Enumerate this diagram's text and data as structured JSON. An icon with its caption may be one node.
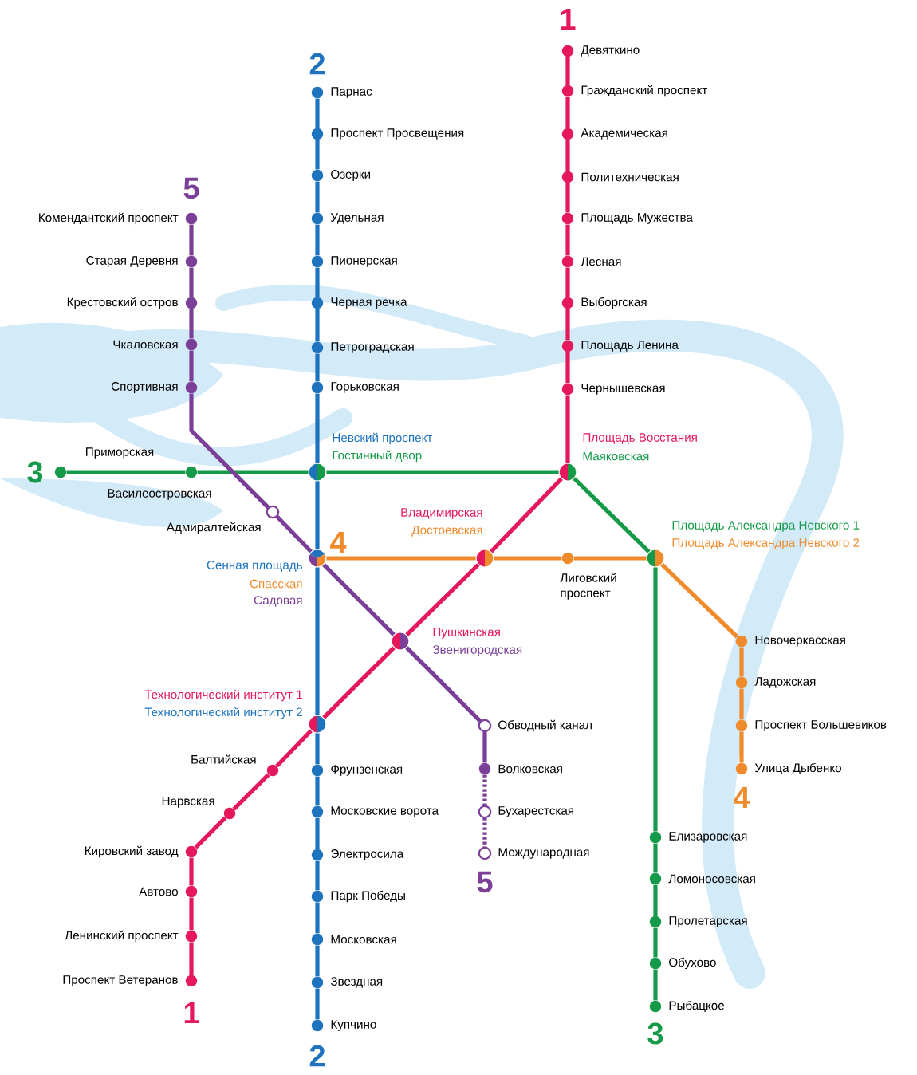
{
  "diagram": {
    "nodes": [
      {
        "text": [
          "Девяткино"
        ]
      },
      {
        "text": [
          "Гражданский проспект"
        ]
      },
      {
        "text": [
          "Академическая"
        ]
      },
      {
        "text": [
          "Политехническая"
        ]
      },
      {
        "text": [
          "Площадь Мужества"
        ]
      },
      {
        "text": [
          "Лесная"
        ]
      },
      {
        "text": [
          "Выборгская"
        ]
      },
      {
        "text": [
          "Площадь Ленина"
        ]
      },
      {
        "text": [
          "Чернышевская"
        ]
      },
      {
        "text": [
          "Площадь Восстания",
          "Маяковская"
        ]
      },
      {
        "text": [
          "Владимирская",
          "Достоевская"
        ]
      },
      {
        "text": [
          "Пушкинская",
          "Звенигородская"
        ]
      },
      {
        "text": [
          "Технологический институт 1",
          "Технологический институт 2"
        ]
      },
      {
        "text": [
          "Балтийская"
        ]
      },
      {
        "text": [
          "Нарвская"
        ]
      },
      {
        "text": [
          "Кировский завод"
        ]
      },
      {
        "text": [
          "Автово"
        ]
      },
      {
        "text": [
          "Ленинский проспект"
        ]
      },
      {
        "text": [
          "Проспект Ветеранов"
        ]
      },
      {
        "text": [
          "Парнас"
        ]
      },
      {
        "text": [
          "Проспект Просвещения"
        ]
      },
      {
        "text": [
          "Озерки"
        ]
      },
      {
        "text": [
          "Удельная"
        ]
      },
      {
        "text": [
          "Пионерская"
        ]
      },
      {
        "text": [
          "Черная речка"
        ]
      },
      {
        "text": [
          "Петроградская"
        ]
      },
      {
        "text": [
          "Горьковская"
        ]
      },
      {
        "text": [
          "Невский проспект",
          "Гостинный двор"
        ]
      },
      {
        "text": [
          "Сенная площадь",
          "Спасская",
          "Садовая"
        ]
      },
      {
        "text": [
          "Фрунзенская"
        ]
      },
      {
        "text": [
          "Московские ворота"
        ]
      },
      {
        "text": [
          "Электросила"
        ]
      },
      {
        "text": [
          "Парк Победы"
        ]
      },
      {
        "text": [
          "Московская"
        ]
      },
      {
        "text": [
          "Звездная"
        ]
      },
      {
        "text": [
          "Купчино"
        ]
      },
      {
        "text": [
          "Приморская"
        ]
      },
      {
        "text": [
          "Василеостровская"
        ]
      },
      {
        "text": [
          "Площадь Александра Невского 1",
          "Площадь Александра Невского 2"
        ]
      },
      {
        "text": [
          "Елизаровская"
        ]
      },
      {
        "text": [
          "Ломоносовская"
        ]
      },
      {
        "text": [
          "Пролетарская"
        ]
      },
      {
        "text": [
          "Обухово"
        ]
      },
      {
        "text": [
          "Рыбацкое"
        ]
      },
      {
        "text": [
          "Лиговский проспект"
        ]
      },
      {
        "text": [
          "Новочеркасская"
        ]
      },
      {
        "text": [
          "Ладожская"
        ]
      },
      {
        "text": [
          "Проспект Большевиков"
        ]
      },
      {
        "text": [
          "Улица Дыбенко"
        ]
      },
      {
        "text": [
          "Комендантский проспект"
        ]
      },
      {
        "text": [
          "Старая Деревня"
        ]
      },
      {
        "text": [
          "Крестовский остров"
        ]
      },
      {
        "text": [
          "Чкаловская"
        ]
      },
      {
        "text": [
          "Спортивная"
        ]
      },
      {
        "text": [
          "Адмиралтейская"
        ]
      },
      {
        "text": [
          "Обводный канал"
        ]
      },
      {
        "text": [
          "Волковская"
        ]
      },
      {
        "text": [
          "Бухарестская"
        ]
      },
      {
        "text": [
          "Международная"
        ]
      }
    ],
    "edges": [
      {
        "from": 0,
        "to": 1,
        "arrow": "none",
        "color": "#e4185a"
      },
      {
        "from": 1,
        "to": 2,
        "arrow": "none",
        "color": "#e4185a"
      },
      {
        "from": 2,
        "to": 3,
        "arrow": "none",
        "color": "#e4185a"
      },
      {
        "from": 3,
        "to": 4,
        "arrow": "none",
        "color": "#e4185a"
      },
      {
        "from": 4,
        "to": 5,
        "arrow": "none",
        "color": "#e4185a"
      },
      {
        "from": 5,
        "to": 6,
        "arrow": "none",
        "color": "#e4185a"
      },
      {
        "from": 6,
        "to": 7,
        "arrow": "none",
        "color": "#e4185a"
      },
      {
        "from": 7,
        "to": 8,
        "arrow": "none",
        "color": "#e4185a"
      },
      {
        "from": 8,
        "to": 9,
        "arrow": "none",
        "color": "#e4185a"
      },
      {
        "from": 9,
        "to": 10,
        "arrow": "none",
        "color": "#e4185a"
      },
      {
        "from": 10,
        "to": 11,
        "arrow": "none",
        "color": "#e4185a"
      },
      {
        "from": 11,
        "to": 12,
        "arrow": "none",
        "color": "#e4185a"
      },
      {
        "from": 12,
        "to": 13,
        "arrow": "none",
        "color": "#e4185a"
      },
      {
        "from": 13,
        "to": 14,
        "arrow": "none",
        "color": "#e4185a"
      },
      {
        "from": 14,
        "to": 15,
        "arrow": "none",
        "color": "#e4185a"
      },
      {
        "from": 15,
        "to": 16,
        "arrow": "none",
        "color": "#e4185a"
      },
      {
        "from": 16,
        "to": 17,
        "arrow": "none",
        "color": "#e4185a"
      },
      {
        "from": 17,
        "to": 18,
        "arrow": "none",
        "color": "#e4185a"
      },
      {
        "from": 19,
        "to": 20,
        "arrow": "none",
        "color": "#1e73be"
      },
      {
        "from": 20,
        "to": 21,
        "arrow": "none",
        "color": "#1e73be"
      },
      {
        "from": 21,
        "to": 22,
        "arrow": "none",
        "color": "#1e73be"
      },
      {
        "from": 22,
        "to": 23,
        "arrow": "none",
        "color": "#1e73be"
      },
      {
        "from": 23,
        "to": 24,
        "arrow": "none",
        "color": "#1e73be"
      },
      {
        "from": 24,
        "to": 25,
        "arrow": "none",
        "color": "#1e73be"
      },
      {
        "from": 25,
        "to": 26,
        "arrow": "none",
        "color": "#1e73be"
      },
      {
        "from": 26,
        "to": 27,
        "arrow": "none",
        "color": "#1e73be"
      },
      {
        "from": 27,
        "to": 28,
        "arrow": "none",
        "color": "#1e73be"
      },
      {
        "from": 28,
        "to": 12,
        "arrow": "none",
        "color": "#1e73be"
      },
      {
        "from": 12,
        "to": 29,
        "arrow": "none",
        "color": "#1e73be"
      },
      {
        "from": 29,
        "to": 30,
        "arrow": "none",
        "color": "#1e73be"
      },
      {
        "from": 30,
        "to": 31,
        "arrow": "none",
        "color": "#1e73be"
      },
      {
        "from": 31,
        "to": 32,
        "arrow": "none",
        "color": "#1e73be"
      },
      {
        "from": 32,
        "to": 33,
        "arrow": "none",
        "color": "#1e73be"
      },
      {
        "from": 33,
        "to": 34,
        "arrow": "none",
        "color": "#1e73be"
      },
      {
        "from": 34,
        "to": 35,
        "arrow": "none",
        "color": "#1e73be"
      },
      {
        "from": 36,
        "to": 37,
        "arrow": "none",
        "color": "#149a48"
      },
      {
        "from": 37,
        "to": 27,
        "arrow": "none",
        "color": "#149a48"
      },
      {
        "from": 27,
        "to": 9,
        "arrow": "none",
        "color": "#149a48"
      },
      {
        "from": 9,
        "to": 38,
        "arrow": "none",
        "color": "#149a48"
      },
      {
        "from": 38,
        "to": 39,
        "arrow": "none",
        "color": "#149a48"
      },
      {
        "from": 39,
        "to": 40,
        "arrow": "none",
        "color": "#149a48"
      },
      {
        "from": 40,
        "to": 41,
        "arrow": "none",
        "color": "#149a48"
      },
      {
        "from": 41,
        "to": 42,
        "arrow": "none",
        "color": "#149a48"
      },
      {
        "from": 42,
        "to": 43,
        "arrow": "none",
        "color": "#149a48"
      },
      {
        "from": 28,
        "to": 10,
        "arrow": "none",
        "color": "#f08b2b"
      },
      {
        "from": 10,
        "to": 44,
        "arrow": "none",
        "color": "#f08b2b"
      },
      {
        "from": 44,
        "to": 38,
        "arrow": "none",
        "color": "#f08b2b"
      },
      {
        "from": 38,
        "to": 45,
        "arrow": "none",
        "color": "#f08b2b"
      },
      {
        "from": 45,
        "to": 46,
        "arrow": "none",
        "color": "#f08b2b"
      },
      {
        "from": 46,
        "to": 47,
        "arrow": "none",
        "color": "#f08b2b"
      },
      {
        "from": 47,
        "to": 48,
        "arrow": "none",
        "color": "#f08b2b"
      },
      {
        "from": 49,
        "to": 50,
        "arrow": "none",
        "color": "#7b3f98"
      },
      {
        "from": 50,
        "to": 51,
        "arrow": "none",
        "color": "#7b3f98"
      },
      {
        "from": 51,
        "to": 52,
        "arrow": "none",
        "color": "#7b3f98"
      },
      {
        "from": 52,
        "to": 53,
        "arrow": "none",
        "color": "#7b3f98"
      },
      {
        "from": 53,
        "to": 54,
        "arrow": "none",
        "color": "#7b3f98"
      },
      {
        "from": 54,
        "to": 28,
        "arrow": "none",
        "color": "#7b3f98"
      },
      {
        "from": 28,
        "to": 11,
        "arrow": "none",
        "color": "#7b3f98"
      },
      {
        "from": 11,
        "to": 55,
        "arrow": "none",
        "color": "#7b3f98"
      },
      {
        "from": 55,
        "to": 56,
        "arrow": "none",
        "color": "#7b3f98"
      },
      {
        "from": 56,
        "to": 57,
        "arrow": "none",
        "style": "dashed",
        "color": "#7b3f98"
      },
      {
        "from": 57,
        "to": 58,
        "arrow": "none",
        "style": "dashed",
        "color": "#7b3f98"
      }
    ],
    "labels": [
      "1",
      "2",
      "5",
      "3",
      "4",
      "4",
      "5",
      "1",
      "3",
      "2"
    ]
  }
}
